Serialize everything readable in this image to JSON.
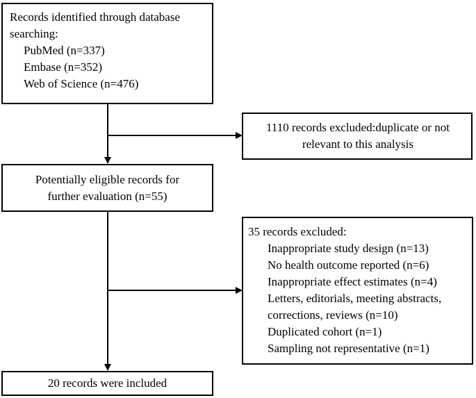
{
  "boxes": {
    "identified": {
      "title_lines": [
        "Records identified through database",
        "searching:"
      ],
      "sources": [
        "PubMed (n=337)",
        "Embase (n=352)",
        "Web of Science (n=476)"
      ]
    },
    "excluded_first": {
      "lines": [
        "1110 records excluded:duplicate or not",
        "relevant to this analysis"
      ]
    },
    "eligible": {
      "lines": [
        "Potentially eligible records for",
        "further evaluation (n=55)"
      ]
    },
    "excluded_second": {
      "title": "35 records excluded:",
      "reasons": [
        "Inappropriate study design (n=13)",
        "No health outcome reported (n=6)",
        "Inappropriate effect estimates (n=4)",
        "Letters, editorials, meeting abstracts,",
        "corrections, reviews (n=10)",
        "Duplicated cohort (n=1)",
        "Sampling not representative (n=1)"
      ]
    },
    "included": {
      "label": "20 records were included"
    }
  }
}
